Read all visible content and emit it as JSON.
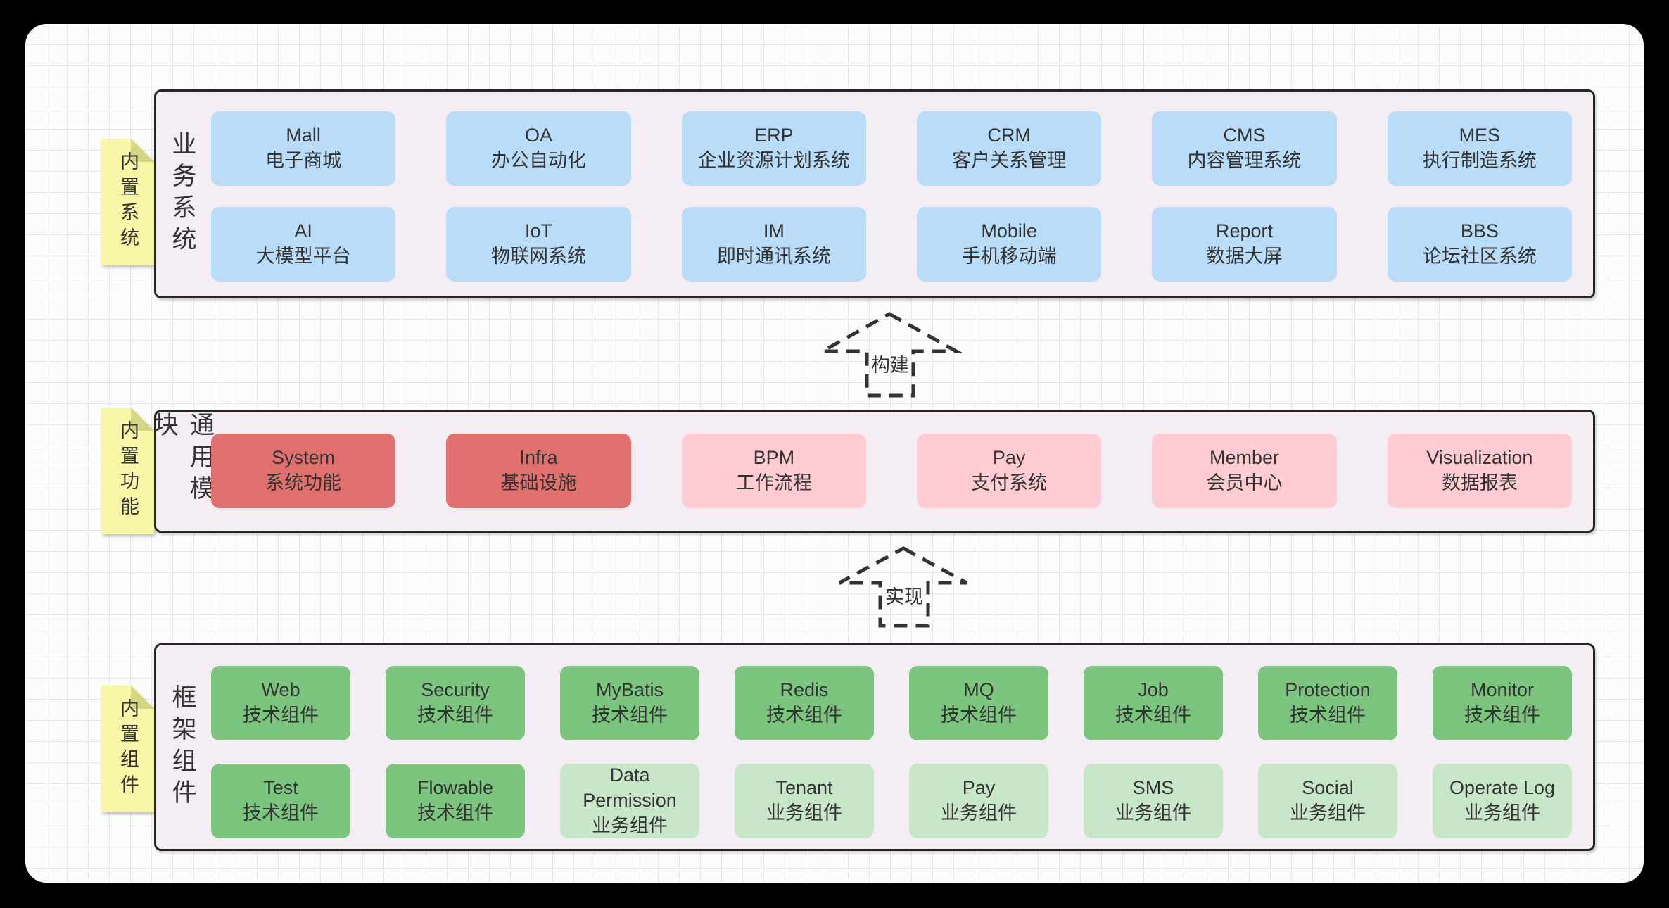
{
  "palette": {
    "blue": "#b9dcf8",
    "red_strong": "#e0716f",
    "pink_soft": "#ffccd3",
    "green_strong": "#7cc57f",
    "green_soft": "#c8e7c9",
    "note_yellow": "#f7f7a7",
    "note_fold": "#d5d682",
    "layer_bg": "#f5edf4",
    "border_dark": "#262626",
    "text": "#333333"
  },
  "layers": [
    {
      "note": "内置系统",
      "label": "业务系统",
      "boxes": [
        {
          "name": "Mall",
          "desc": "电子商城",
          "color": "blue"
        },
        {
          "name": "OA",
          "desc": "办公自动化",
          "color": "blue"
        },
        {
          "name": "ERP",
          "desc": "企业资源计划系统",
          "color": "blue"
        },
        {
          "name": "CRM",
          "desc": "客户关系管理",
          "color": "blue"
        },
        {
          "name": "CMS",
          "desc": "内容管理系统",
          "color": "blue"
        },
        {
          "name": "MES",
          "desc": "执行制造系统",
          "color": "blue"
        },
        {
          "name": "AI",
          "desc": "大模型平台",
          "color": "blue"
        },
        {
          "name": "IoT",
          "desc": "物联网系统",
          "color": "blue"
        },
        {
          "name": "IM",
          "desc": "即时通讯系统",
          "color": "blue"
        },
        {
          "name": "Mobile",
          "desc": "手机移动端",
          "color": "blue"
        },
        {
          "name": "Report",
          "desc": "数据大屏",
          "color": "blue"
        },
        {
          "name": "BBS",
          "desc": "论坛社区系统",
          "color": "blue"
        }
      ]
    },
    {
      "note": "内置功能",
      "label": "通用模块",
      "boxes": [
        {
          "name": "System",
          "desc": "系统功能",
          "color": "red_strong"
        },
        {
          "name": "Infra",
          "desc": "基础设施",
          "color": "red_strong"
        },
        {
          "name": "BPM",
          "desc": "工作流程",
          "color": "pink_soft"
        },
        {
          "name": "Pay",
          "desc": "支付系统",
          "color": "pink_soft"
        },
        {
          "name": "Member",
          "desc": "会员中心",
          "color": "pink_soft"
        },
        {
          "name": "Visualization",
          "desc": "数据报表",
          "color": "pink_soft"
        }
      ]
    },
    {
      "note": "内置组件",
      "label": "框架组件",
      "boxes": [
        {
          "name": "Web",
          "desc": "技术组件",
          "color": "green_strong"
        },
        {
          "name": "Security",
          "desc": "技术组件",
          "color": "green_strong"
        },
        {
          "name": "MyBatis",
          "desc": "技术组件",
          "color": "green_strong"
        },
        {
          "name": "Redis",
          "desc": "技术组件",
          "color": "green_strong"
        },
        {
          "name": "MQ",
          "desc": "技术组件",
          "color": "green_strong"
        },
        {
          "name": "Job",
          "desc": "技术组件",
          "color": "green_strong"
        },
        {
          "name": "Protection",
          "desc": "技术组件",
          "color": "green_strong"
        },
        {
          "name": "Monitor",
          "desc": "技术组件",
          "color": "green_strong"
        },
        {
          "name": "Test",
          "desc": "技术组件",
          "color": "green_strong"
        },
        {
          "name": "Flowable",
          "desc": "技术组件",
          "color": "green_strong"
        },
        {
          "name": "Data Permission",
          "desc": "业务组件",
          "color": "green_soft"
        },
        {
          "name": "Tenant",
          "desc": "业务组件",
          "color": "green_soft"
        },
        {
          "name": "Pay",
          "desc": "业务组件",
          "color": "green_soft"
        },
        {
          "name": "SMS",
          "desc": "业务组件",
          "color": "green_soft"
        },
        {
          "name": "Social",
          "desc": "业务组件",
          "color": "green_soft"
        },
        {
          "name": "Operate Log",
          "desc": "业务组件",
          "color": "green_soft"
        }
      ]
    }
  ],
  "arrows": [
    {
      "label": "构建"
    },
    {
      "label": "实现"
    }
  ]
}
